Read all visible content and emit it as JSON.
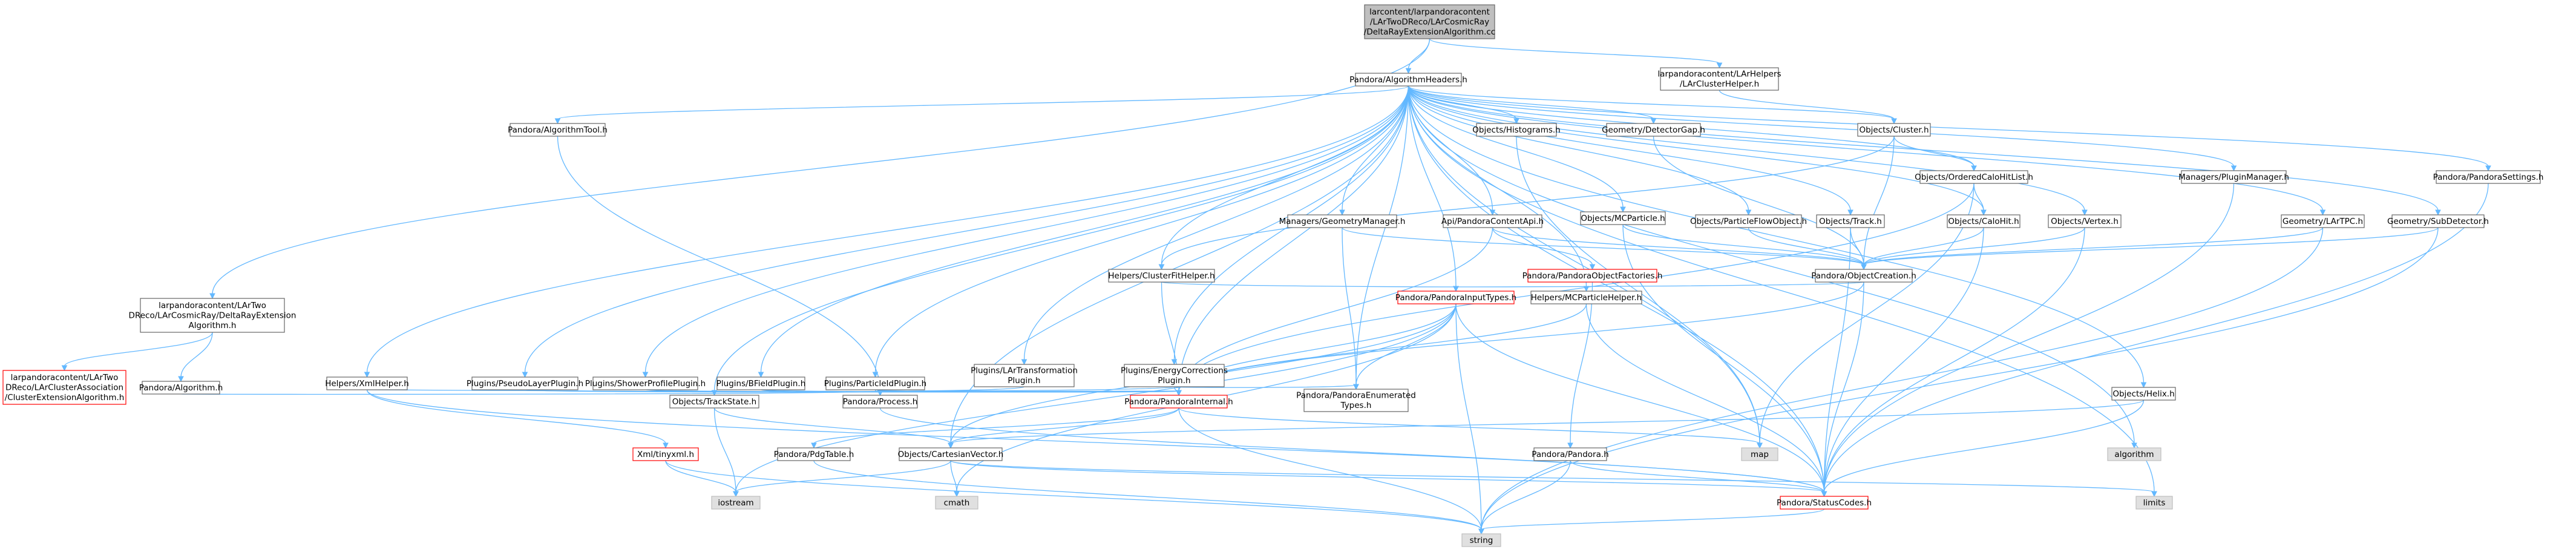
{
  "graph": {
    "colors": {
      "edge": "#63b8ff",
      "border": "#666666",
      "red_border": "#ff0000",
      "gray_fill": "#bfbfbf",
      "system_fill": "#e0e0e0",
      "normal_fill": "#ffffff",
      "text": "#000000"
    },
    "nodes": [
      {
        "id": "root",
        "style": "root",
        "lines": [
          "larcontent/larpandoracontent",
          "/LArTwoDReco/LArCosmicRay",
          "/DeltaRayExtensionAlgorithm.cc"
        ]
      },
      {
        "id": "algHeaders",
        "style": "normal",
        "lines": [
          "Pandora/AlgorithmHeaders.h"
        ]
      },
      {
        "id": "larClusterHelper",
        "style": "normal",
        "lines": [
          "larpandoracontent/LArHelpers",
          "/LArClusterHelper.h"
        ]
      },
      {
        "id": "deltaRayH",
        "style": "normal",
        "lines": [
          "larpandoracontent/LArTwo",
          "DReco/LArCosmicRay/DeltaRayExtension",
          "Algorithm.h"
        ]
      },
      {
        "id": "clusterExtAlg",
        "style": "red",
        "lines": [
          "larpandoracontent/LArTwo",
          "DReco/LArClusterAssociation",
          "/ClusterExtensionAlgorithm.h"
        ]
      },
      {
        "id": "pandoraAlgorithm",
        "style": "normal",
        "lines": [
          "Pandora/Algorithm.h"
        ]
      },
      {
        "id": "algorithmTool",
        "style": "normal",
        "lines": [
          "Pandora/AlgorithmTool.h"
        ]
      },
      {
        "id": "xmlHelper",
        "style": "normal",
        "lines": [
          "Helpers/XmlHelper.h"
        ]
      },
      {
        "id": "pseudoLayer",
        "style": "normal",
        "lines": [
          "Plugins/PseudoLayerPlugin.h"
        ]
      },
      {
        "id": "showerProfile",
        "style": "normal",
        "lines": [
          "Plugins/ShowerProfilePlugin.h"
        ]
      },
      {
        "id": "bfield",
        "style": "normal",
        "lines": [
          "Plugins/BFieldPlugin.h"
        ]
      },
      {
        "id": "particleId",
        "style": "normal",
        "lines": [
          "Plugins/ParticleIdPlugin.h"
        ]
      },
      {
        "id": "larTransform",
        "style": "normal",
        "lines": [
          "Plugins/LArTransformation",
          "Plugin.h"
        ]
      },
      {
        "id": "energyCorr",
        "style": "normal",
        "lines": [
          "Plugins/EnergyCorrections",
          "Plugin.h"
        ]
      },
      {
        "id": "clusterFitHelper",
        "style": "normal",
        "lines": [
          "Helpers/ClusterFitHelper.h"
        ]
      },
      {
        "id": "geometryManager",
        "style": "normal",
        "lines": [
          "Managers/GeometryManager.h"
        ]
      },
      {
        "id": "histograms",
        "style": "normal",
        "lines": [
          "Objects/Histograms.h"
        ]
      },
      {
        "id": "detectorGap",
        "style": "normal",
        "lines": [
          "Geometry/DetectorGap.h"
        ]
      },
      {
        "id": "apiContent",
        "style": "normal",
        "lines": [
          "Api/PandoraContentApi.h"
        ]
      },
      {
        "id": "objectFactories",
        "style": "red",
        "lines": [
          "Pandora/PandoraObjectFactories.h"
        ]
      },
      {
        "id": "mcParticle",
        "style": "normal",
        "lines": [
          "Objects/MCParticle.h"
        ]
      },
      {
        "id": "objCluster",
        "style": "normal",
        "lines": [
          "Objects/Cluster.h"
        ]
      },
      {
        "id": "orderedCaloHitList",
        "style": "normal",
        "lines": [
          "Objects/OrderedCaloHitList.h"
        ]
      },
      {
        "id": "particleFlowObject",
        "style": "normal",
        "lines": [
          "Objects/ParticleFlowObject.h"
        ]
      },
      {
        "id": "objTrack",
        "style": "normal",
        "lines": [
          "Objects/Track.h"
        ]
      },
      {
        "id": "caloHit",
        "style": "normal",
        "lines": [
          "Objects/CaloHit.h"
        ]
      },
      {
        "id": "objVertex",
        "style": "normal",
        "lines": [
          "Objects/Vertex.h"
        ]
      },
      {
        "id": "pluginManager",
        "style": "normal",
        "lines": [
          "Managers/PluginManager.h"
        ]
      },
      {
        "id": "pandoraSettings",
        "style": "normal",
        "lines": [
          "Pandora/PandoraSettings.h"
        ]
      },
      {
        "id": "larTPC",
        "style": "normal",
        "lines": [
          "Geometry/LArTPC.h"
        ]
      },
      {
        "id": "subDetector",
        "style": "normal",
        "lines": [
          "Geometry/SubDetector.h"
        ]
      },
      {
        "id": "objectCreation",
        "style": "normal",
        "lines": [
          "Pandora/ObjectCreation.h"
        ]
      },
      {
        "id": "inputTypes",
        "style": "red",
        "lines": [
          "Pandora/PandoraInputTypes.h"
        ]
      },
      {
        "id": "mcParticleHelper",
        "style": "normal",
        "lines": [
          "Helpers/MCParticleHelper.h"
        ]
      },
      {
        "id": "objHelix",
        "style": "normal",
        "lines": [
          "Objects/Helix.h"
        ]
      },
      {
        "id": "trackState",
        "style": "normal",
        "lines": [
          "Objects/TrackState.h"
        ]
      },
      {
        "id": "pandoraProcess",
        "style": "normal",
        "lines": [
          "Pandora/Process.h"
        ]
      },
      {
        "id": "pandoraInternal",
        "style": "red",
        "lines": [
          "Pandora/PandoraInternal.h"
        ]
      },
      {
        "id": "enumeratedTypes",
        "style": "normal",
        "lines": [
          "Pandora/PandoraEnumerated",
          "Types.h"
        ]
      },
      {
        "id": "tinyxml",
        "style": "red",
        "lines": [
          "Xml/tinyxml.h"
        ]
      },
      {
        "id": "pdgTable",
        "style": "normal",
        "lines": [
          "Pandora/PdgTable.h"
        ]
      },
      {
        "id": "cartesianVector",
        "style": "normal",
        "lines": [
          "Objects/CartesianVector.h"
        ]
      },
      {
        "id": "pandoraH",
        "style": "normal",
        "lines": [
          "Pandora/Pandora.h"
        ]
      },
      {
        "id": "statusCodes",
        "style": "red",
        "lines": [
          "Pandora/StatusCodes.h"
        ]
      },
      {
        "id": "map",
        "style": "system",
        "lines": [
          "map"
        ]
      },
      {
        "id": "algorithm",
        "style": "system",
        "lines": [
          "algorithm"
        ]
      },
      {
        "id": "iostream",
        "style": "system",
        "lines": [
          "iostream"
        ]
      },
      {
        "id": "cmath",
        "style": "system",
        "lines": [
          "cmath"
        ]
      },
      {
        "id": "limits",
        "style": "system",
        "lines": [
          "limits"
        ]
      },
      {
        "id": "string",
        "style": "system",
        "lines": [
          "string"
        ]
      }
    ],
    "edges": [
      [
        "root",
        "algHeaders"
      ],
      [
        "root",
        "larClusterHelper"
      ],
      [
        "root",
        "deltaRayH"
      ],
      [
        "deltaRayH",
        "clusterExtAlg"
      ],
      [
        "deltaRayH",
        "pandoraAlgorithm"
      ],
      [
        "pandoraAlgorithm",
        "pandoraProcess"
      ],
      [
        "algHeaders",
        "algorithmTool"
      ],
      [
        "algHeaders",
        "xmlHelper"
      ],
      [
        "algHeaders",
        "pseudoLayer"
      ],
      [
        "algHeaders",
        "showerProfile"
      ],
      [
        "algHeaders",
        "bfield"
      ],
      [
        "algHeaders",
        "particleId"
      ],
      [
        "algHeaders",
        "larTransform"
      ],
      [
        "algHeaders",
        "energyCorr"
      ],
      [
        "algHeaders",
        "clusterFitHelper"
      ],
      [
        "algHeaders",
        "geometryManager"
      ],
      [
        "algHeaders",
        "histograms"
      ],
      [
        "algHeaders",
        "detectorGap"
      ],
      [
        "algHeaders",
        "apiContent"
      ],
      [
        "algHeaders",
        "mcParticle"
      ],
      [
        "algHeaders",
        "objCluster"
      ],
      [
        "algHeaders",
        "orderedCaloHitList"
      ],
      [
        "algHeaders",
        "particleFlowObject"
      ],
      [
        "algHeaders",
        "objTrack"
      ],
      [
        "algHeaders",
        "caloHit"
      ],
      [
        "algHeaders",
        "objVertex"
      ],
      [
        "algHeaders",
        "pluginManager"
      ],
      [
        "algHeaders",
        "pandoraSettings"
      ],
      [
        "algHeaders",
        "larTPC"
      ],
      [
        "algHeaders",
        "subDetector"
      ],
      [
        "algHeaders",
        "inputTypes"
      ],
      [
        "algHeaders",
        "mcParticleHelper"
      ],
      [
        "algHeaders",
        "objHelix"
      ],
      [
        "algHeaders",
        "trackState"
      ],
      [
        "algHeaders",
        "pandoraInternal"
      ],
      [
        "algHeaders",
        "enumeratedTypes"
      ],
      [
        "algHeaders",
        "cartesianVector"
      ],
      [
        "algHeaders",
        "statusCodes"
      ],
      [
        "algHeaders",
        "map"
      ],
      [
        "algHeaders",
        "algorithm"
      ],
      [
        "algHeaders",
        "limits"
      ],
      [
        "larClusterHelper",
        "objCluster"
      ],
      [
        "algorithmTool",
        "pandoraProcess"
      ],
      [
        "xmlHelper",
        "tinyxml"
      ],
      [
        "xmlHelper",
        "pandoraInternal"
      ],
      [
        "xmlHelper",
        "statusCodes"
      ],
      [
        "pseudoLayer",
        "pandoraProcess"
      ],
      [
        "pseudoLayer",
        "pandoraInternal"
      ],
      [
        "showerProfile",
        "pandoraProcess"
      ],
      [
        "showerProfile",
        "pandoraInternal"
      ],
      [
        "bfield",
        "pandoraProcess"
      ],
      [
        "bfield",
        "pandoraInternal"
      ],
      [
        "particleId",
        "pandoraProcess"
      ],
      [
        "particleId",
        "pandoraInternal"
      ],
      [
        "larTransform",
        "pandoraProcess"
      ],
      [
        "energyCorr",
        "pandoraProcess"
      ],
      [
        "energyCorr",
        "pandoraInternal"
      ],
      [
        "energyCorr",
        "enumeratedTypes"
      ],
      [
        "clusterFitHelper",
        "pandoraInternal"
      ],
      [
        "clusterFitHelper",
        "inputTypes"
      ],
      [
        "geometryManager",
        "enumeratedTypes"
      ],
      [
        "geometryManager",
        "objectCreation"
      ],
      [
        "histograms",
        "map"
      ],
      [
        "detectorGap",
        "objectCreation"
      ],
      [
        "apiContent",
        "objectFactories"
      ],
      [
        "apiContent",
        "pandoraInternal"
      ],
      [
        "apiContent",
        "objectCreation"
      ],
      [
        "objectFactories",
        "pandoraH"
      ],
      [
        "mcParticle",
        "objectCreation"
      ],
      [
        "mcParticle",
        "statusCodes"
      ],
      [
        "objCluster",
        "orderedCaloHitList"
      ],
      [
        "objCluster",
        "objectCreation"
      ],
      [
        "objCluster",
        "clusterFitHelper"
      ],
      [
        "orderedCaloHitList",
        "caloHit"
      ],
      [
        "orderedCaloHitList",
        "pandoraInternal"
      ],
      [
        "orderedCaloHitList",
        "map"
      ],
      [
        "particleFlowObject",
        "objectCreation"
      ],
      [
        "objTrack",
        "objectCreation"
      ],
      [
        "objTrack",
        "statusCodes"
      ],
      [
        "caloHit",
        "objectCreation"
      ],
      [
        "caloHit",
        "statusCodes"
      ],
      [
        "objVertex",
        "objectCreation"
      ],
      [
        "objVertex",
        "statusCodes"
      ],
      [
        "pluginManager",
        "statusCodes"
      ],
      [
        "pandoraSettings",
        "statusCodes"
      ],
      [
        "larTPC",
        "objectCreation"
      ],
      [
        "larTPC",
        "string"
      ],
      [
        "subDetector",
        "objectCreation"
      ],
      [
        "subDetector",
        "string"
      ],
      [
        "objectCreation",
        "inputTypes"
      ],
      [
        "objectCreation",
        "pandoraInternal"
      ],
      [
        "objectCreation",
        "statusCodes"
      ],
      [
        "inputTypes",
        "enumeratedTypes"
      ],
      [
        "inputTypes",
        "pandoraInternal"
      ],
      [
        "inputTypes",
        "cartesianVector"
      ],
      [
        "inputTypes",
        "statusCodes"
      ],
      [
        "inputTypes",
        "string"
      ],
      [
        "inputTypes",
        "cmath"
      ],
      [
        "inputTypes",
        "iostream"
      ],
      [
        "mcParticleHelper",
        "pandoraInternal"
      ],
      [
        "mcParticleHelper",
        "statusCodes"
      ],
      [
        "objHelix",
        "cartesianVector"
      ],
      [
        "objHelix",
        "statusCodes"
      ],
      [
        "trackState",
        "cartesianVector"
      ],
      [
        "trackState",
        "iostream"
      ],
      [
        "pandoraProcess",
        "statusCodes"
      ],
      [
        "pandoraInternal",
        "map"
      ],
      [
        "pandoraInternal",
        "string"
      ],
      [
        "pandoraInternal",
        "pdgTable"
      ],
      [
        "pandoraInternal",
        "cartesianVector"
      ],
      [
        "tinyxml",
        "iostream"
      ],
      [
        "tinyxml",
        "string"
      ],
      [
        "pdgTable",
        "string"
      ],
      [
        "cartesianVector",
        "cmath"
      ],
      [
        "cartesianVector",
        "iostream"
      ],
      [
        "cartesianVector",
        "statusCodes"
      ],
      [
        "cartesianVector",
        "limits"
      ],
      [
        "pandoraH",
        "statusCodes"
      ],
      [
        "pandoraH",
        "string"
      ],
      [
        "statusCodes",
        "string"
      ]
    ]
  }
}
